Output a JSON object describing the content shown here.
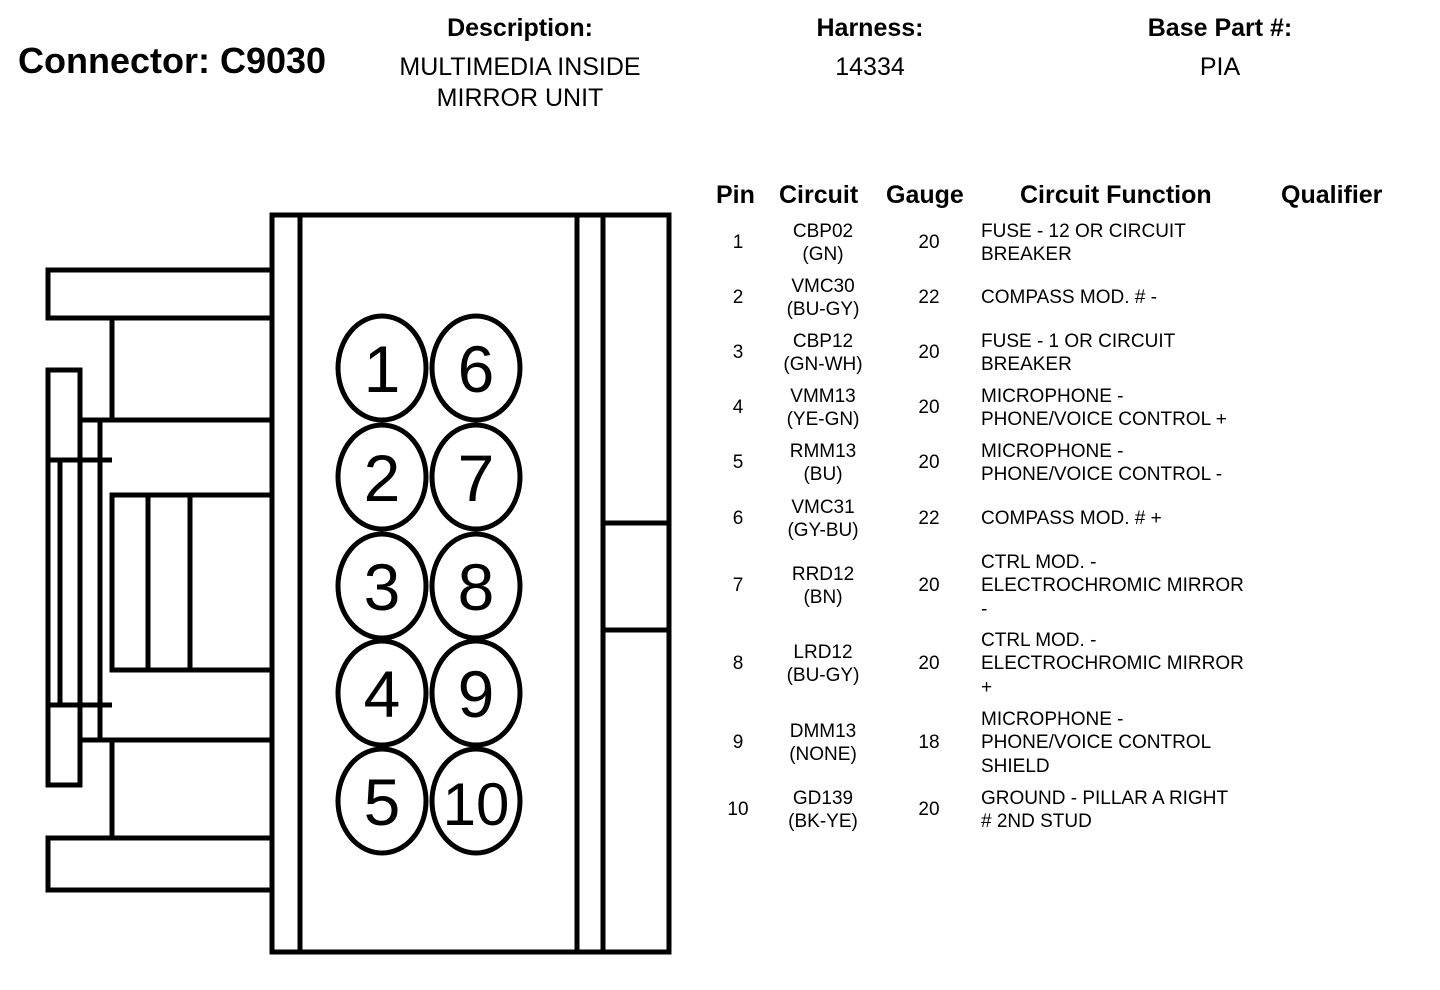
{
  "header": {
    "connector_label": "Connector: C9030",
    "description_label": "Description:",
    "description_lines": [
      "MULTIMEDIA INSIDE",
      "MIRROR UNIT"
    ],
    "harness_label": "Harness:",
    "harness_value": "14334",
    "base_part_label": "Base Part #:",
    "base_part_value": "PIA"
  },
  "connector": {
    "pins": [
      "1",
      "2",
      "3",
      "4",
      "5",
      "6",
      "7",
      "8",
      "9",
      "10"
    ]
  },
  "table": {
    "columns": [
      "Pin",
      "Circuit",
      "Gauge",
      "Circuit Function",
      "Qualifier"
    ],
    "rows": [
      {
        "pin": "1",
        "circuit": [
          "CBP02",
          "(GN)"
        ],
        "gauge": "20",
        "function": [
          "FUSE - 12 OR CIRCUIT",
          "BREAKER"
        ],
        "qualifier": ""
      },
      {
        "pin": "2",
        "circuit": [
          "VMC30",
          "(BU-GY)"
        ],
        "gauge": "22",
        "function": [
          "COMPASS MOD. # -"
        ],
        "qualifier": ""
      },
      {
        "pin": "3",
        "circuit": [
          "CBP12",
          "(GN-WH)"
        ],
        "gauge": "20",
        "function": [
          "FUSE - 1 OR CIRCUIT",
          "BREAKER"
        ],
        "qualifier": ""
      },
      {
        "pin": "4",
        "circuit": [
          "VMM13",
          "(YE-GN)"
        ],
        "gauge": "20",
        "function": [
          "MICROPHONE -",
          "PHONE/VOICE CONTROL +"
        ],
        "qualifier": ""
      },
      {
        "pin": "5",
        "circuit": [
          "RMM13",
          "(BU)"
        ],
        "gauge": "20",
        "function": [
          "MICROPHONE -",
          "PHONE/VOICE CONTROL -"
        ],
        "qualifier": ""
      },
      {
        "pin": "6",
        "circuit": [
          "VMC31",
          "(GY-BU)"
        ],
        "gauge": "22",
        "function": [
          "COMPASS MOD. # +"
        ],
        "qualifier": ""
      },
      {
        "pin": "7",
        "circuit": [
          "RRD12",
          "(BN)"
        ],
        "gauge": "20",
        "function": [
          "CTRL MOD. -",
          "ELECTROCHROMIC MIRROR",
          "-"
        ],
        "qualifier": ""
      },
      {
        "pin": "8",
        "circuit": [
          "LRD12",
          "(BU-GY)"
        ],
        "gauge": "20",
        "function": [
          "CTRL MOD. -",
          "ELECTROCHROMIC MIRROR",
          "+"
        ],
        "qualifier": ""
      },
      {
        "pin": "9",
        "circuit": [
          "DMM13",
          "(NONE)"
        ],
        "gauge": "18",
        "function": [
          "MICROPHONE -",
          "PHONE/VOICE CONTROL",
          "SHIELD"
        ],
        "qualifier": ""
      },
      {
        "pin": "10",
        "circuit": [
          "GD139",
          "(BK-YE)"
        ],
        "gauge": "20",
        "function": [
          "GROUND - PILLAR A RIGHT",
          "# 2ND STUD"
        ],
        "qualifier": ""
      }
    ]
  }
}
